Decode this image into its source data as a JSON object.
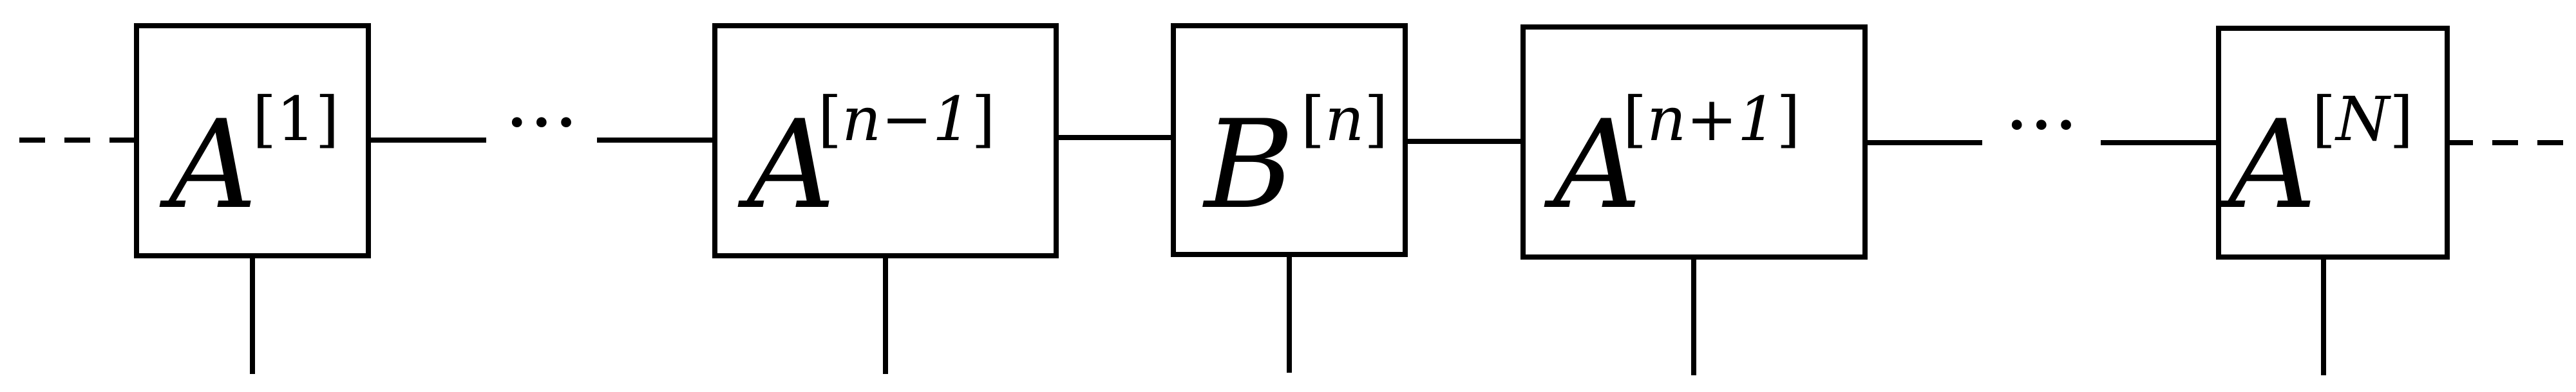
{
  "tensors": [
    {
      "base": "A",
      "open": "[",
      "index": "1",
      "close": "]"
    },
    {
      "base": "A",
      "open": "[",
      "index": "n−1",
      "close": "]"
    },
    {
      "base": "B",
      "open": "[",
      "index": "n",
      "close": "]"
    },
    {
      "base": "A",
      "open": "[",
      "index": "n+1",
      "close": "]"
    },
    {
      "base": "A",
      "open": "[",
      "index": "N",
      "close": "]"
    }
  ],
  "ellipses": [
    "···",
    "···"
  ]
}
